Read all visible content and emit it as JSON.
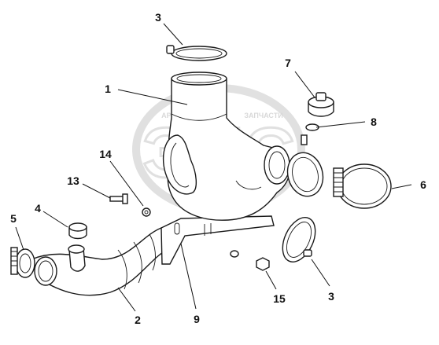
{
  "diagram": {
    "watermark_text_left": "АРМАДА",
    "watermark_text_right": "ЗАПЧАСТИ",
    "watermark_logo": "ЭПС",
    "callouts": [
      {
        "id": "c1",
        "label": "1"
      },
      {
        "id": "c2",
        "label": "2"
      },
      {
        "id": "c3a",
        "label": "3"
      },
      {
        "id": "c3b",
        "label": "3"
      },
      {
        "id": "c4",
        "label": "4"
      },
      {
        "id": "c5",
        "label": "5"
      },
      {
        "id": "c6",
        "label": "6"
      },
      {
        "id": "c7",
        "label": "7"
      },
      {
        "id": "c8",
        "label": "8"
      },
      {
        "id": "c9",
        "label": "9"
      },
      {
        "id": "c13",
        "label": "13"
      },
      {
        "id": "c14",
        "label": "14"
      },
      {
        "id": "c15",
        "label": "15"
      }
    ]
  }
}
